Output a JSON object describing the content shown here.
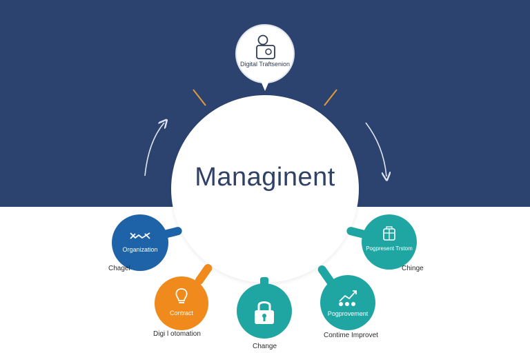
{
  "diagram": {
    "center_title": "Managinent",
    "top_node_label": "Digital Traftsenion",
    "colors": {
      "navy": "#2c4370",
      "blue": "#1e63a7",
      "teal": "#1fa6a3",
      "orange": "#f08a1c",
      "accent": "#e69a3a"
    },
    "nodes": [
      {
        "id": "organization",
        "label": "Organization",
        "caption": "Chagel",
        "icon": "handshake-icon"
      },
      {
        "id": "contract",
        "label": "Contract",
        "caption": "Digi l otomation",
        "icon": "lightbulb-icon"
      },
      {
        "id": "security",
        "label": "",
        "caption": "Change",
        "icon": "lock-icon"
      },
      {
        "id": "improvement",
        "label": "Pogprovement",
        "caption": "Contime Improvet",
        "icon": "trend-up-icon"
      },
      {
        "id": "transparent",
        "label": "Pogpresent Trstom",
        "caption": "Chinge",
        "icon": "building-icon"
      }
    ]
  }
}
